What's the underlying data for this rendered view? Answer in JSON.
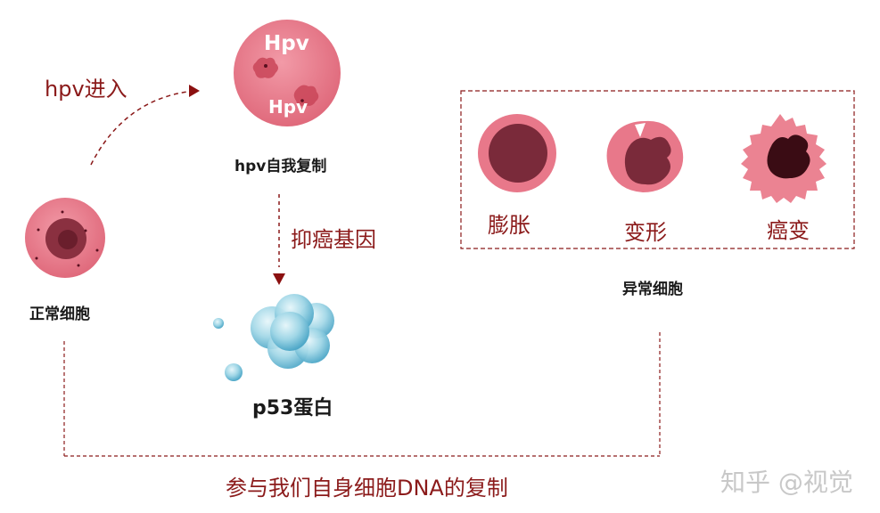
{
  "diagram": {
    "entry_label": "hpv进入",
    "replication_label": "hpv自我复制",
    "virus_tag_top": "Hpv",
    "virus_tag_bottom": "Hpv",
    "normal_cell_label": "正常细胞",
    "tumor_suppressor_label": "抑癌基因",
    "p53_label": "p53蛋白",
    "abnormal_box": {
      "stages": [
        {
          "label": "膨胀"
        },
        {
          "label": "变形"
        },
        {
          "label": "癌变"
        }
      ],
      "caption": "异常细胞"
    },
    "bottom_caption": "参与我们自身细胞DNA的复制",
    "watermark": "知乎 @视觉"
  },
  "colors": {
    "accent_red": "#8b1a1a",
    "cell_pink": "#e8788a",
    "nucleus_dark": "#7a2a3a",
    "protein_blue": "#8fcfe0"
  }
}
